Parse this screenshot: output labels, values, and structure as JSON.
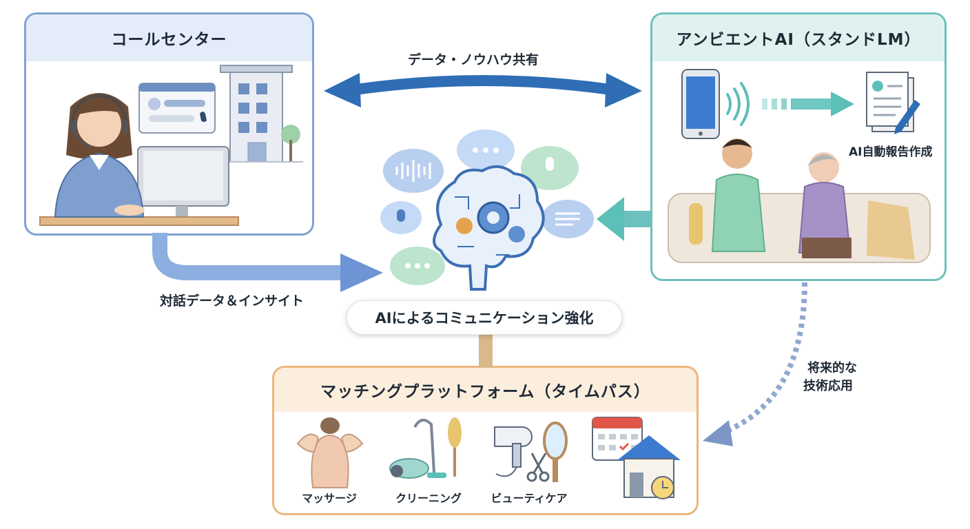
{
  "call_center": {
    "title": "コールセンター"
  },
  "ambient": {
    "title": "アンビエントAI（スタンドLM）",
    "report_label": "AI自動報告作成"
  },
  "arrows": {
    "share": "データ・ノウハウ共有",
    "dialogue": "対話データ＆インサイト",
    "future_line1": "将来的な",
    "future_line2": "技術応用"
  },
  "center": {
    "label": "AIによるコミュニケーション強化"
  },
  "matching": {
    "title": "マッチングプラットフォーム（タイムパス）",
    "services": [
      {
        "label": "マッサージ",
        "icon": "massage-icon"
      },
      {
        "label": "クリーニング",
        "icon": "cleaning-icon"
      },
      {
        "label": "ビューティケア",
        "icon": "beauty-care-icon"
      },
      {
        "label": "",
        "icon": "home-calendar-icon"
      }
    ]
  },
  "colors": {
    "blue_accent": "#2f6db5",
    "teal_accent": "#5cbfb8",
    "orange_accent": "#edb57c"
  }
}
